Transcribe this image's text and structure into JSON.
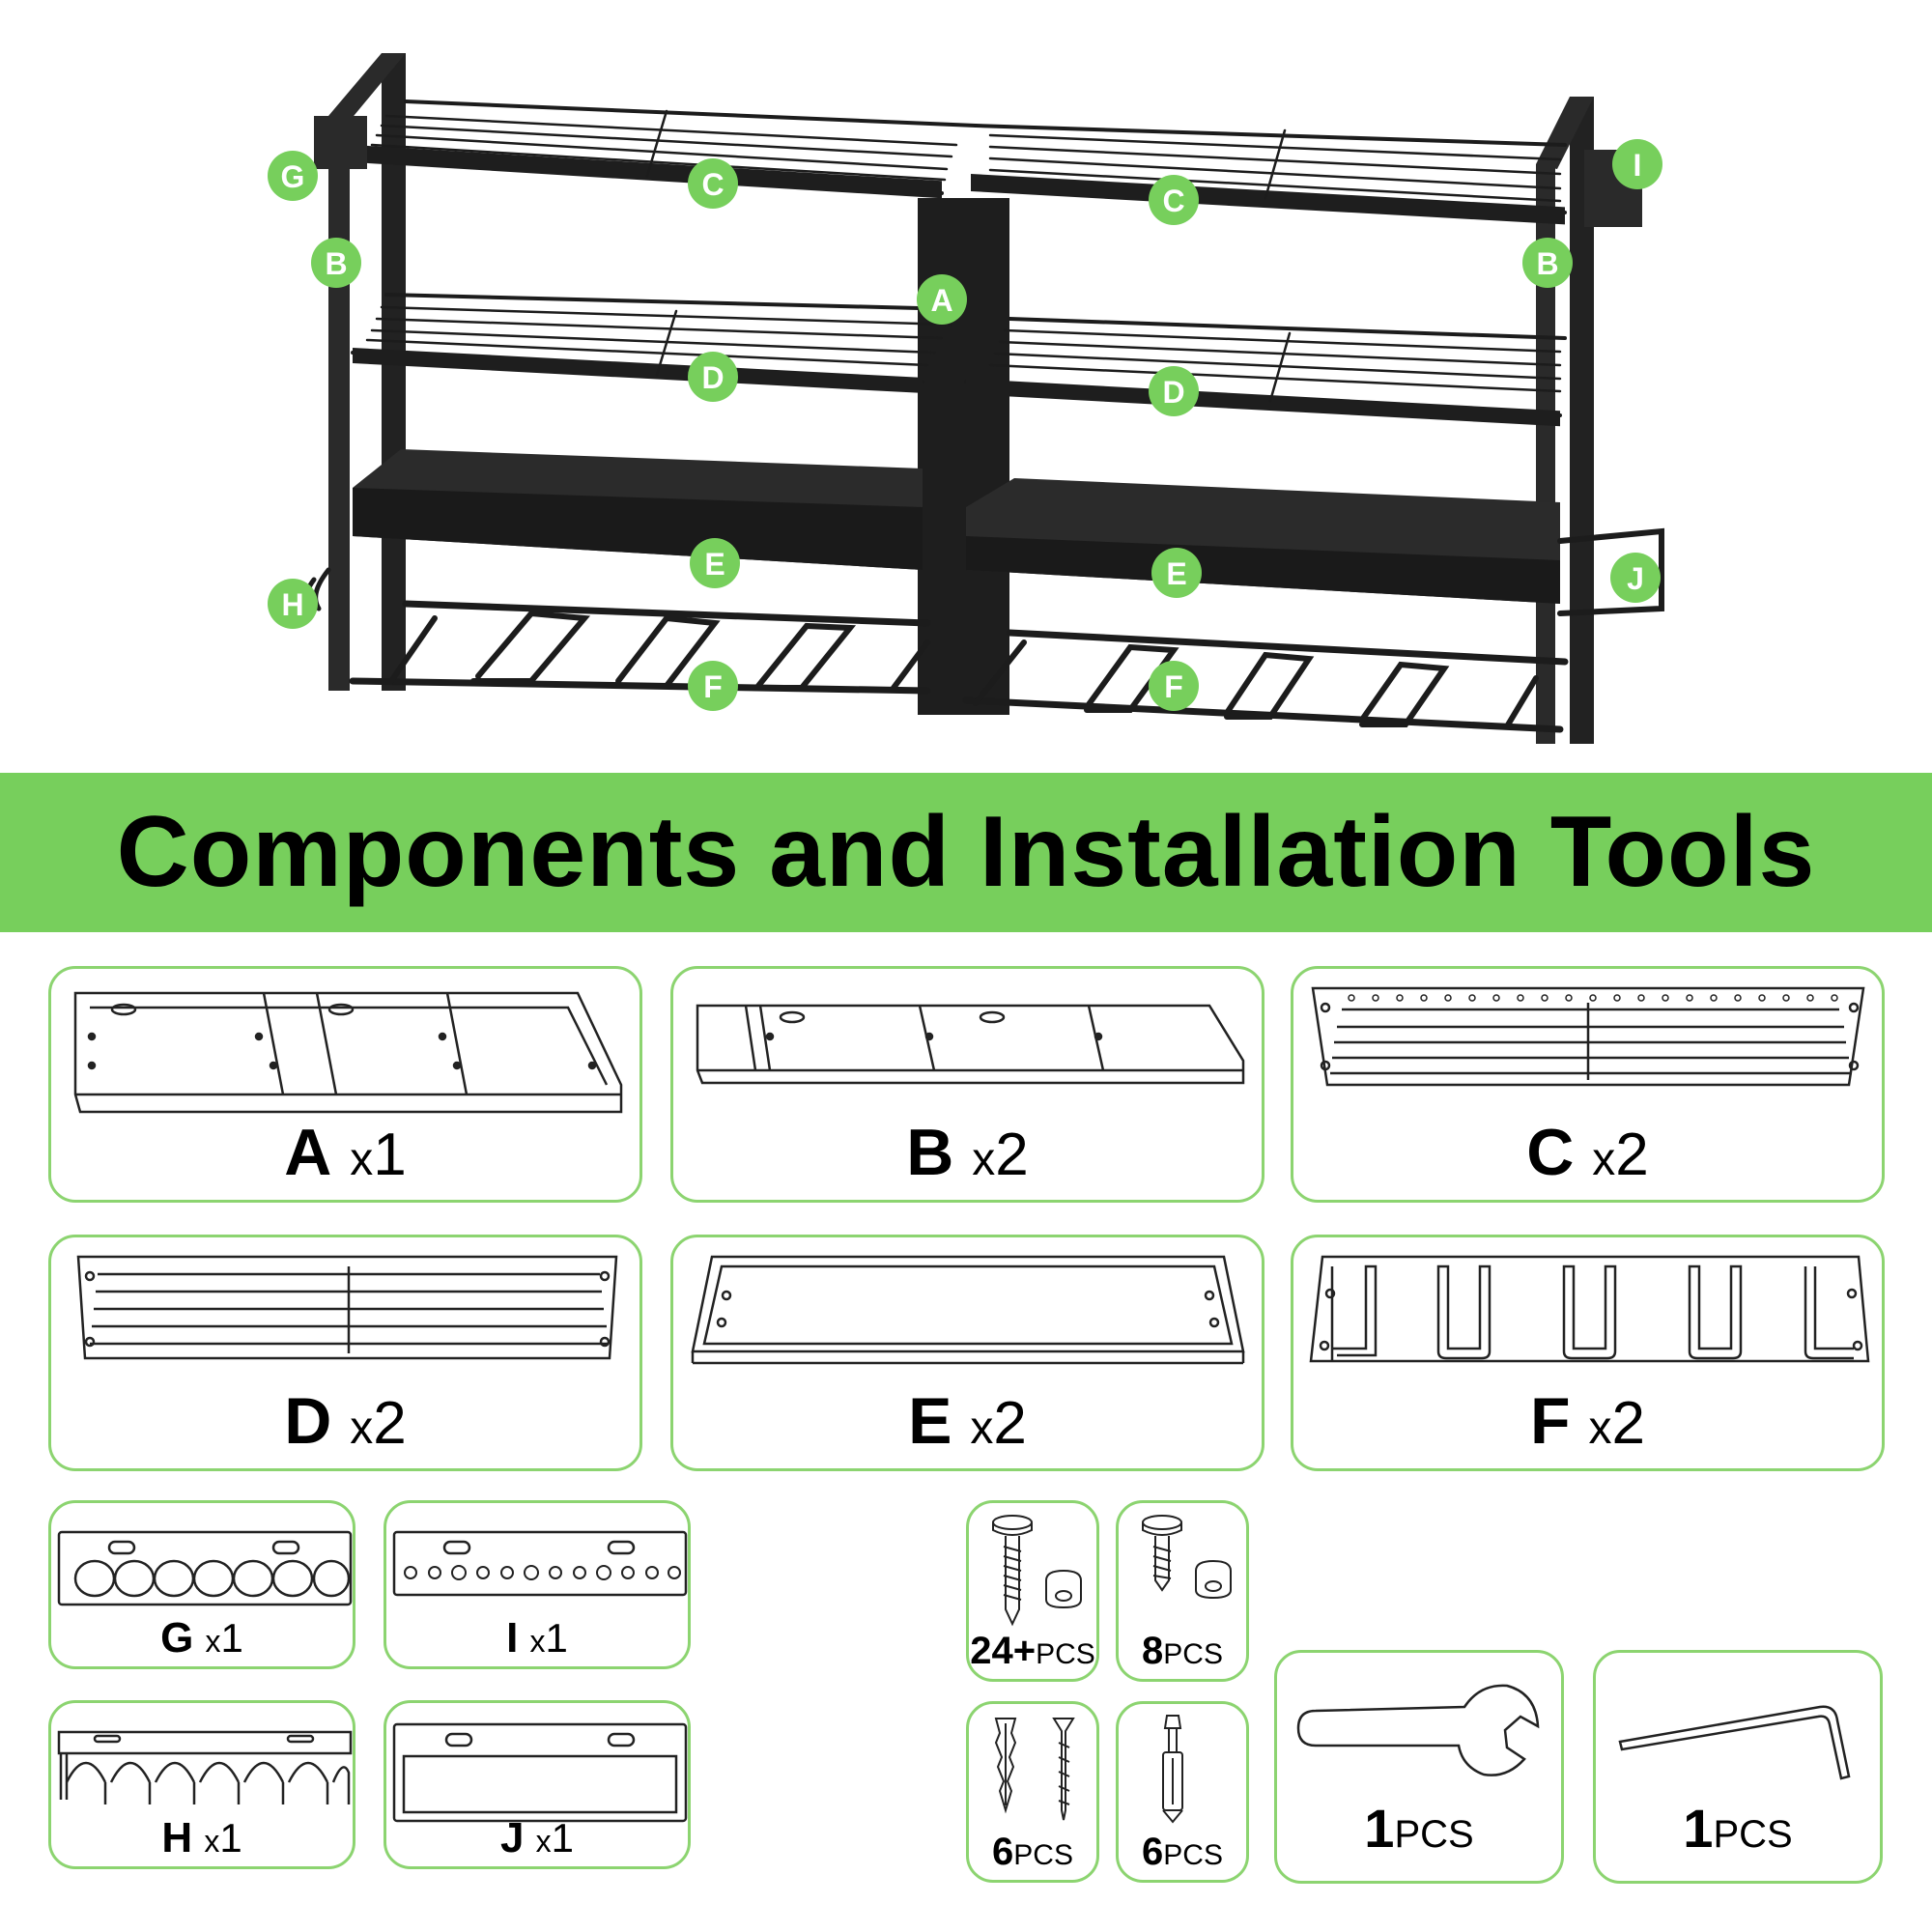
{
  "title": "Components and Installation Tools",
  "hero": {
    "callouts": [
      "G",
      "C",
      "C",
      "I",
      "B",
      "A",
      "B",
      "D",
      "D",
      "E",
      "E",
      "H",
      "J",
      "F",
      "F"
    ]
  },
  "parts": [
    {
      "letter": "A",
      "mult": "x",
      "count": "1"
    },
    {
      "letter": "B",
      "mult": "x",
      "count": "2"
    },
    {
      "letter": "C",
      "mult": "x",
      "count": "2"
    },
    {
      "letter": "D",
      "mult": "x",
      "count": "2"
    },
    {
      "letter": "E",
      "mult": "x",
      "count": "2"
    },
    {
      "letter": "F",
      "mult": "x",
      "count": "2"
    },
    {
      "letter": "G",
      "mult": "x",
      "count": "1"
    },
    {
      "letter": "I",
      "mult": "x",
      "count": "1"
    },
    {
      "letter": "H",
      "mult": "x",
      "count": "1"
    },
    {
      "letter": "J",
      "mult": "x",
      "count": "1"
    }
  ],
  "hardware": [
    {
      "count": "24+",
      "unit": "PCS",
      "icon": "screw-nut-icon"
    },
    {
      "count": "8",
      "unit": "PCS",
      "icon": "screw-nut-icon"
    },
    {
      "count": "6",
      "unit": "PCS",
      "icon": "anchor-screw-icon"
    },
    {
      "count": "6",
      "unit": "PCS",
      "icon": "expansion-bolt-icon"
    }
  ],
  "tools": [
    {
      "count": "1",
      "unit": "PCS",
      "icon": "wrench-icon"
    },
    {
      "count": "1",
      "unit": "PCS",
      "icon": "hex-key-icon"
    }
  ],
  "colors": {
    "accent": "#77cf5c",
    "card_border": "#8cd470",
    "callout": "#77cf5c",
    "frame": "#1c1c1c"
  }
}
